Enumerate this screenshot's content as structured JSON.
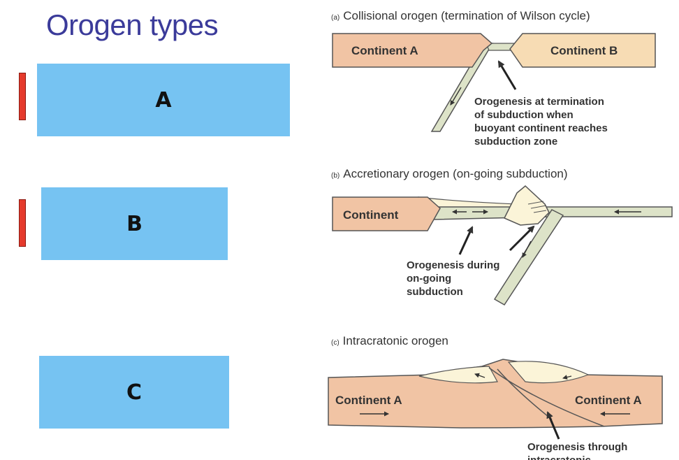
{
  "slide": {
    "title": "Orogen types",
    "boxes": [
      {
        "label": "A"
      },
      {
        "label": "B"
      },
      {
        "label": "C"
      }
    ]
  },
  "diagram": {
    "a": {
      "tag": "(a)",
      "caption": "Collisional orogen (termination of Wilson cycle)",
      "left_label": "Continent A",
      "right_label": "Continent B",
      "annotation": [
        "Orogenesis at termination",
        "of subduction when",
        "buoyant continent reaches",
        "subduction zone"
      ]
    },
    "b": {
      "tag": "(b)",
      "caption": "Accretionary orogen (on-going subduction)",
      "left_label": "Continent",
      "annotation": [
        "Orogenesis during",
        "on-going",
        "subduction"
      ]
    },
    "c": {
      "tag": "(c)",
      "caption": "Intracratonic orogen",
      "left_label": "Continent A",
      "right_label": "Continent A",
      "annotation": [
        "Orogenesis through",
        "intracratonic"
      ]
    }
  },
  "colors": {
    "continent_a": "#f1c4a4",
    "continent_b": "#f7dcb4",
    "oceanic": "#dde3c8",
    "sediment": "#fbf4d8",
    "stroke": "#555555",
    "box_fill": "#76c3f2",
    "marker": "#e53a2c",
    "title": "#3b3b9a"
  }
}
